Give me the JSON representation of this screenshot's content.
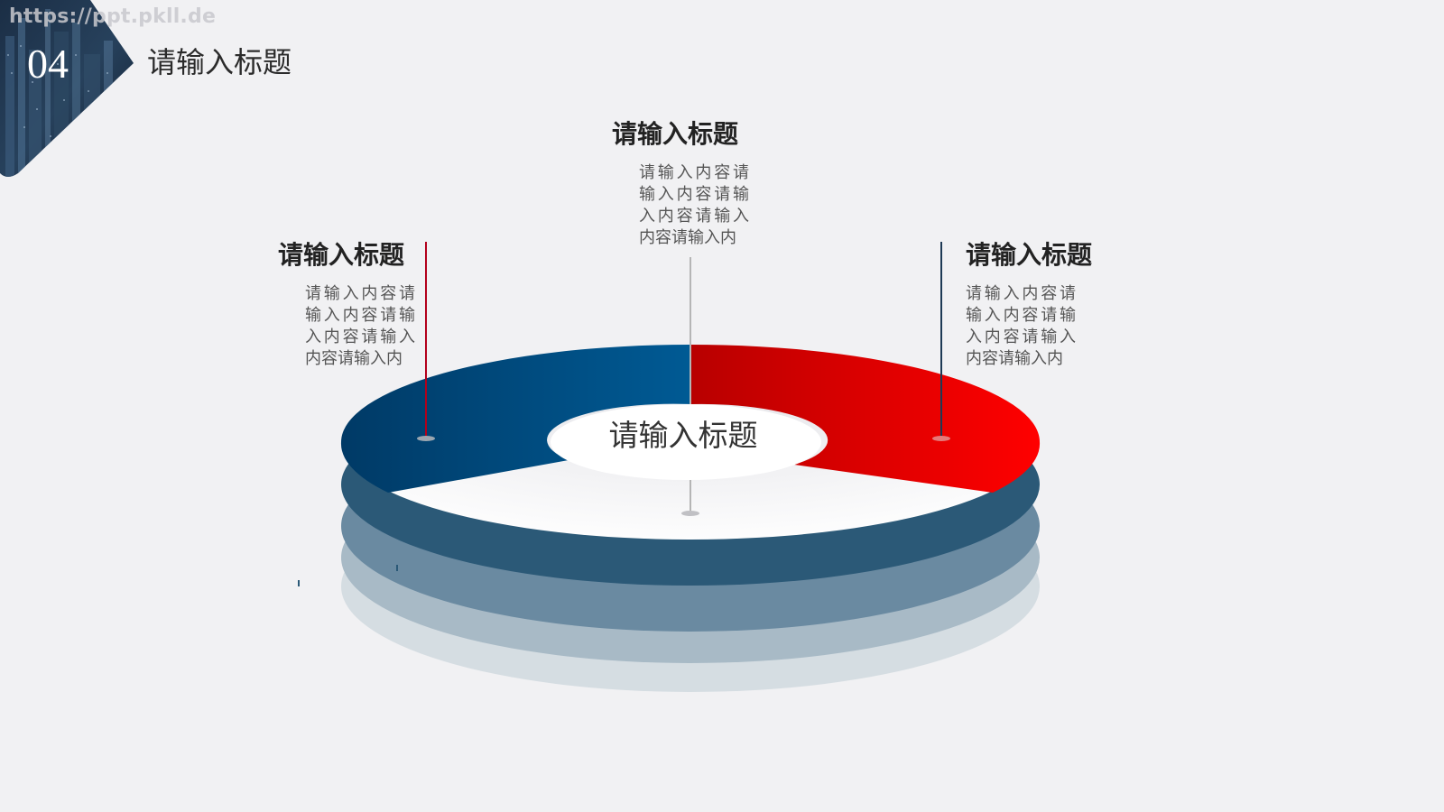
{
  "header": {
    "watermark": "https://ppt.pkll.de",
    "section_number": "04",
    "title": "请输入标题"
  },
  "diagram": {
    "center_title": "请输入标题",
    "labels": [
      {
        "position": "left",
        "title": "请输入标题",
        "body": "请输入内容请输入内容请输入内容请输入内容请输入内"
      },
      {
        "position": "top",
        "title": "请输入标题",
        "body": "请输入内容请输入内容请输入内容请输入内容请输入内"
      },
      {
        "position": "right",
        "title": "请输入标题",
        "body": "请输入内容请输入内容请输入内容请输入内容请输入内"
      }
    ]
  },
  "colors": {
    "blue_dark": "#003a66",
    "blue": "#005a94",
    "red_dark": "#b80000",
    "red": "#ff0000",
    "layer_1": "#2b5977",
    "layer_2": "#6a8aa1",
    "layer_3": "#a8bac6",
    "layer_4": "#d5dde2",
    "line_left": "#b3001b",
    "line_top": "#b5b5b5",
    "line_right": "#1e3a55"
  }
}
